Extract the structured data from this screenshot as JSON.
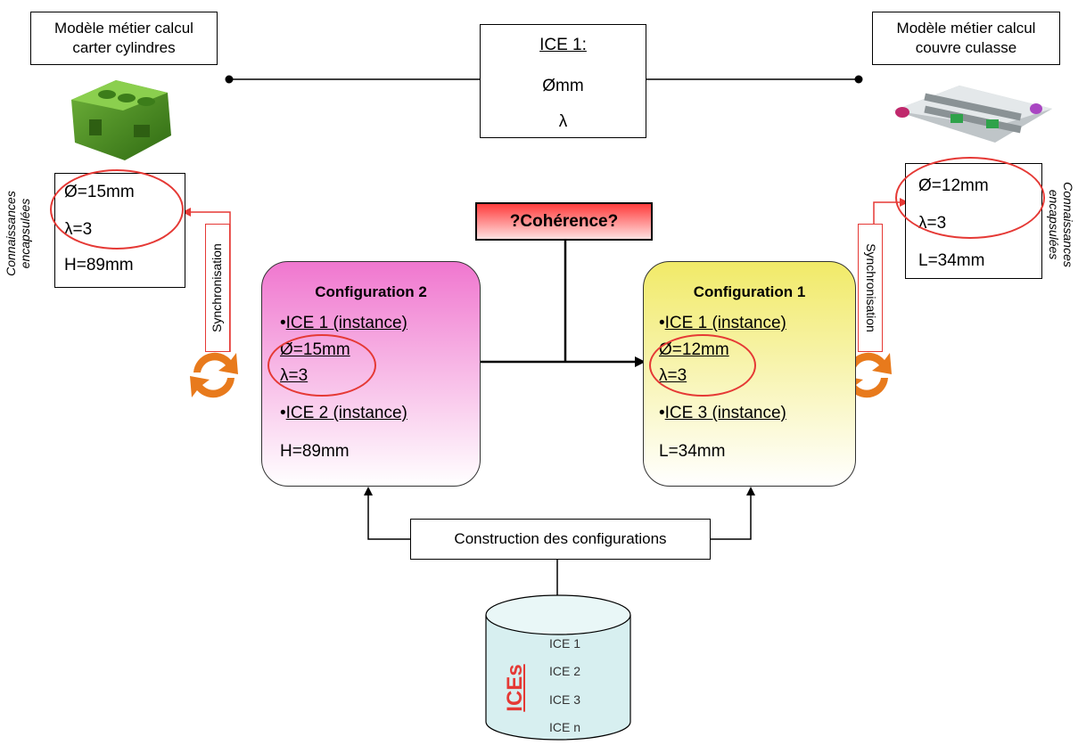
{
  "colors": {
    "highlight_red": "#e53935",
    "config2_fill": "#f07ad0",
    "config1_fill": "#f3ee70",
    "coherence_fill": "#ff5050",
    "cylinder_fill": "#d7eff0",
    "rotate_arrow": "#e87a1c"
  },
  "top_left_box": {
    "line1": "Modèle métier calcul",
    "line2": "carter cylindres"
  },
  "top_right_box": {
    "line1": "Modèle métier calcul",
    "line2": "couvre culasse"
  },
  "ice_center": {
    "title": "ICE 1:",
    "param1": "Ømm",
    "param2": "λ"
  },
  "left_params": {
    "p1": "Ø=15mm",
    "p2": "λ=3",
    "p3": "H=89mm"
  },
  "right_params": {
    "p1": "Ø=12mm",
    "p2": "λ=3",
    "p3": "L=34mm"
  },
  "side_label": {
    "line1": "Connaissances",
    "line2": "encapsulées"
  },
  "sync_label": "Synchronisation",
  "coherence_label": "?Cohérence?",
  "config2": {
    "title": "Configuration 2",
    "ice1": "ICE 1 (instance)",
    "diam": "Ø=15mm",
    "lambda": "λ=3",
    "ice2": "ICE 2 (instance)",
    "h": "H=89mm"
  },
  "config1": {
    "title": "Configuration 1",
    "ice1": "ICE 1 (instance)",
    "diam": "Ø=12mm",
    "lambda": "λ=3",
    "ice3": "ICE 3 (instance)",
    "l": "L=34mm"
  },
  "bullet": "•",
  "construction_label": "Construction des configurations",
  "database": {
    "label": "ICEs",
    "items": [
      "ICE 1",
      "ICE 2",
      "ICE 3",
      "ICE n"
    ]
  }
}
